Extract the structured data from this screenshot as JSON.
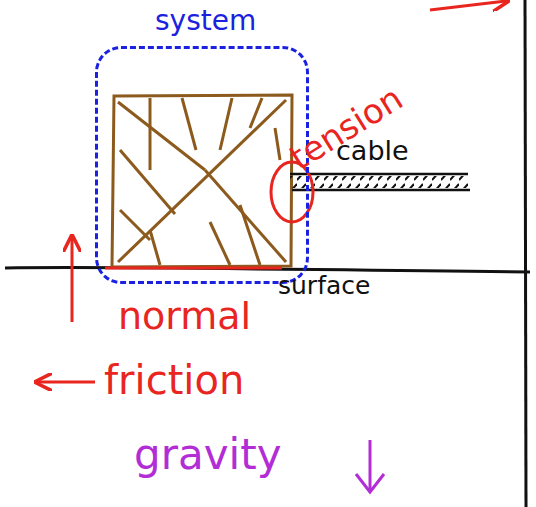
{
  "diagram": {
    "nodes": [
      {
        "text": [
          "system"
        ]
      }
    ],
    "labels": [
      "tension",
      "cable",
      "surface",
      "normal",
      "friction",
      "gravity"
    ]
  }
}
